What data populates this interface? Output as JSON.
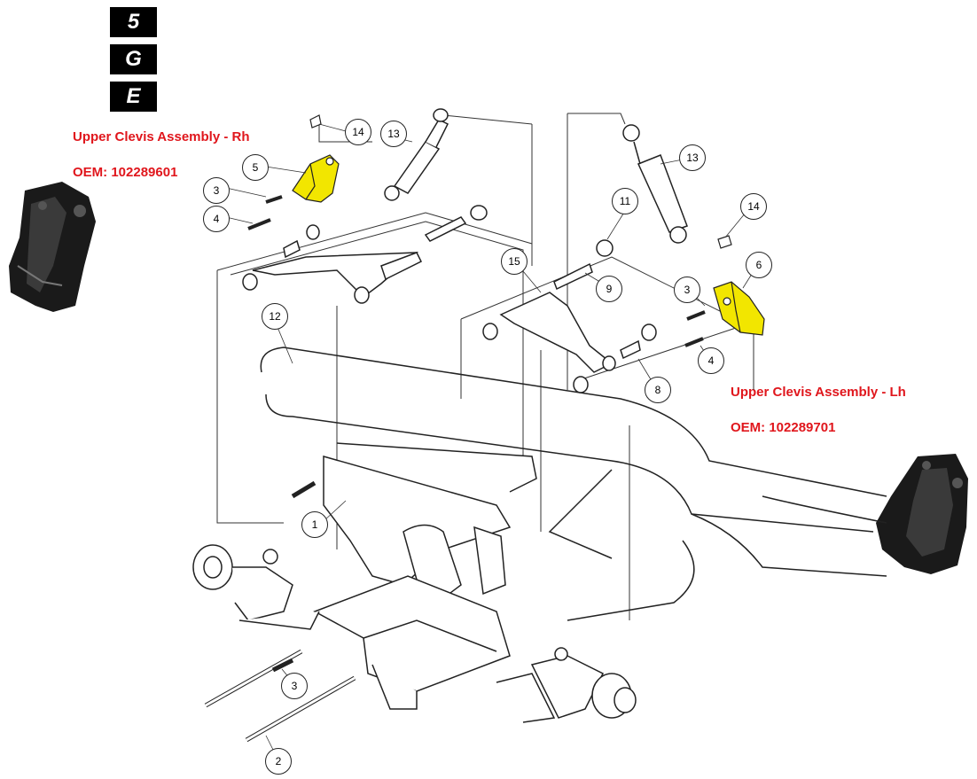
{
  "badges": [
    "5",
    "G",
    "E"
  ],
  "rh": {
    "title": "Upper Clevis Assembly - Rh",
    "oem": "OEM: 102289601"
  },
  "lh": {
    "title": "Upper Clevis Assembly - Lh",
    "oem": "OEM: 102289701"
  },
  "callouts": [
    "14",
    "13",
    "5",
    "3",
    "4",
    "12",
    "1",
    "13",
    "11",
    "14",
    "15",
    "9",
    "3",
    "6",
    "4",
    "8",
    "3",
    "2"
  ],
  "colors": {
    "label_red": "#e0161c",
    "highlight": "#f2e600",
    "bracket": "#1a1a1a"
  }
}
